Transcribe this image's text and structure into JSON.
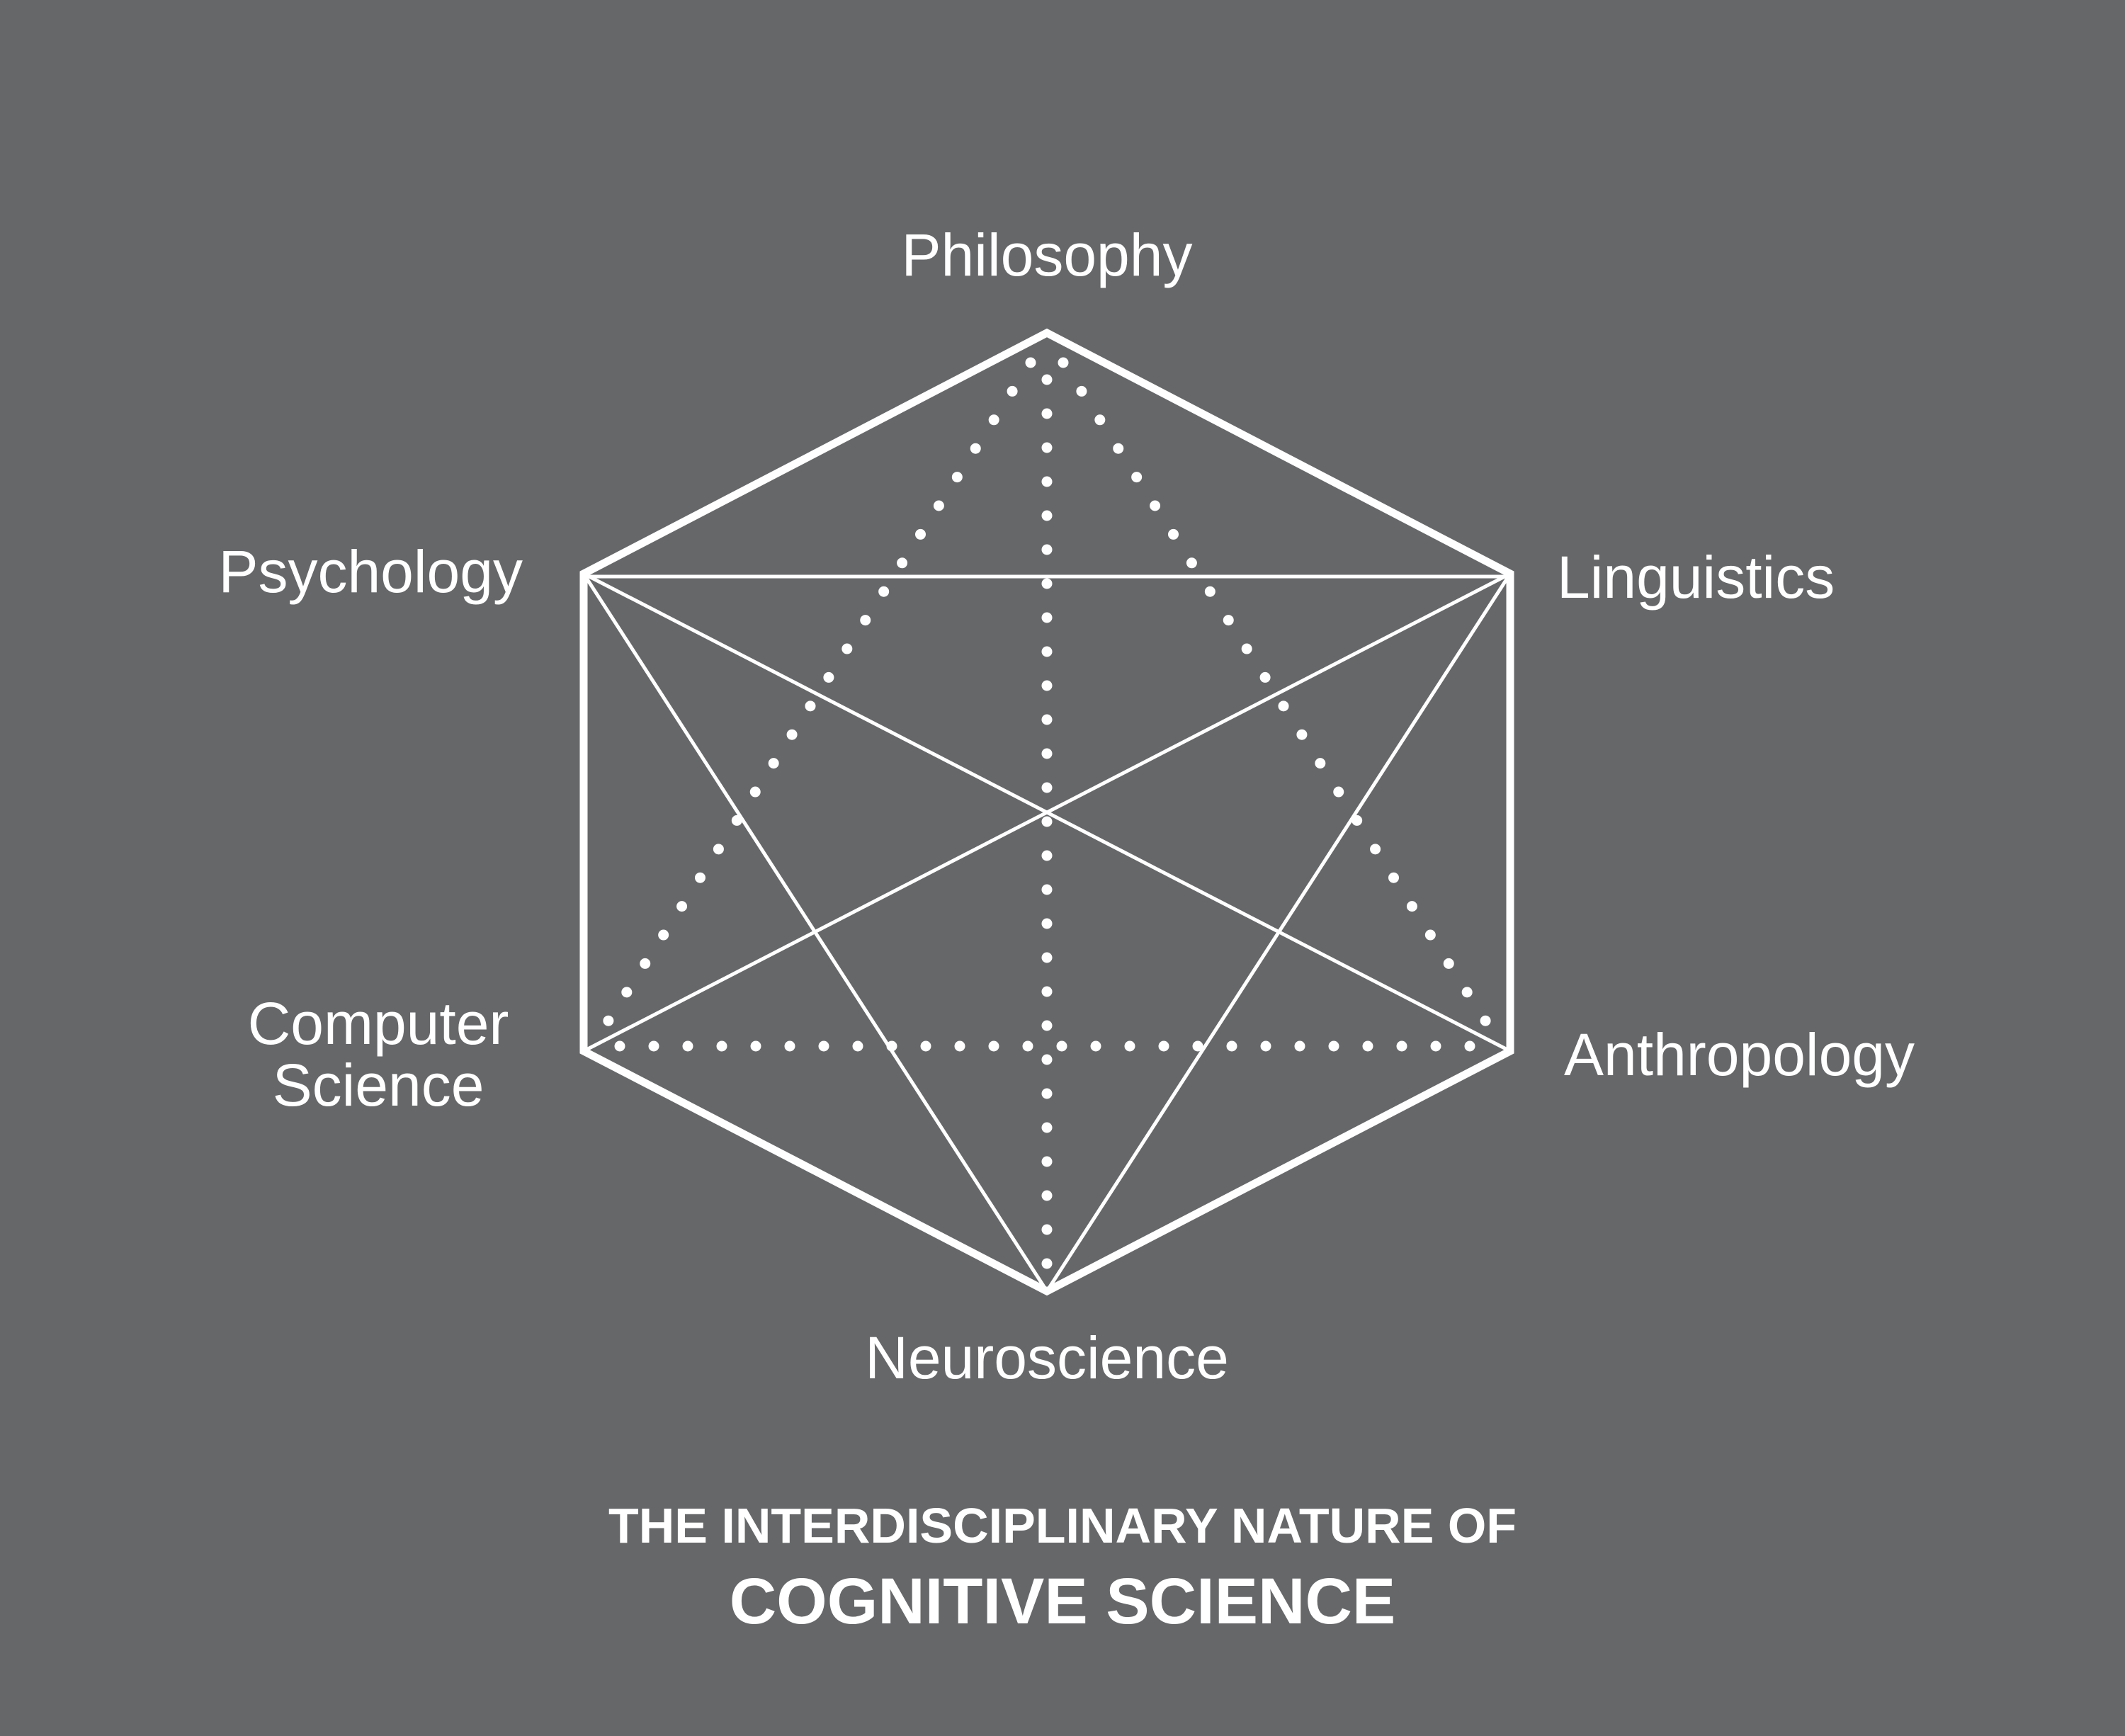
{
  "colors": {
    "background": "#666769",
    "foreground": "#ffffff"
  },
  "nodes": {
    "philosophy": "Philosophy",
    "psychology": "Psychology",
    "linguistics": "Linguistics",
    "computer_science_line1": "Computer",
    "computer_science_line2": "Science",
    "anthropology": "Anthropology",
    "neuroscience": "Neuroscience"
  },
  "caption": {
    "line1": "THE INTERDISCIPLINARY NATURE OF",
    "line2": "COGNITIVE SCIENCE"
  }
}
